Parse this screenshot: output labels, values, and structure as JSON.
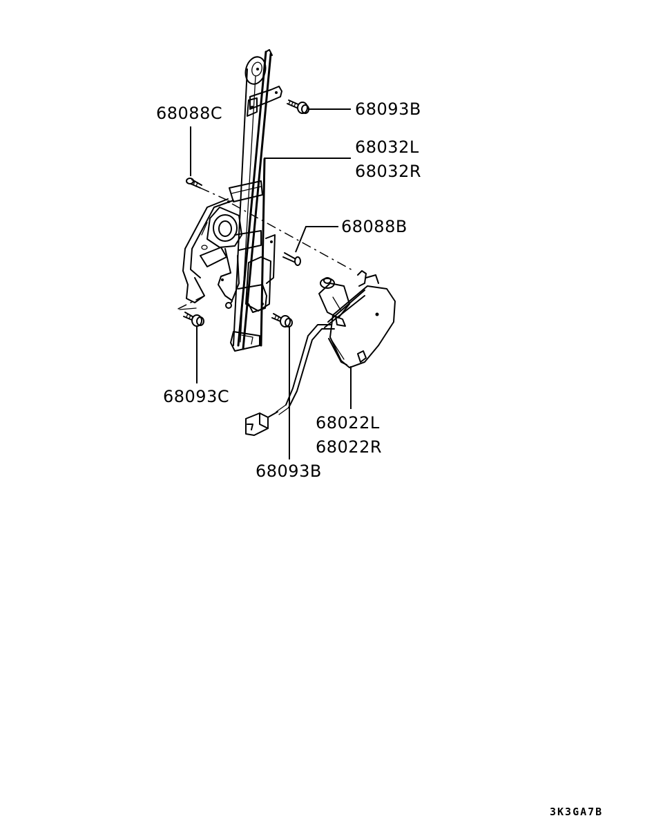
{
  "diagram": {
    "type": "exploded-parts-diagram",
    "subject": "power window regulator and motor assembly",
    "labels": {
      "p68093B_top": "68093B",
      "p68088C": "68088C",
      "p68032L": "68032L",
      "p68032R": "68032R",
      "p68088B": "68088B",
      "p68093C": "68093C",
      "p68022L": "68022L",
      "p68022R": "68022R",
      "p68093B_bottom": "68093B"
    },
    "parts": [
      {
        "id": "68093B",
        "name": "bolt (regulator upper)"
      },
      {
        "id": "68088C",
        "name": "screw"
      },
      {
        "id": "68032L",
        "name": "window regulator, left"
      },
      {
        "id": "68032R",
        "name": "window regulator, right"
      },
      {
        "id": "68088B",
        "name": "screw"
      },
      {
        "id": "68093C",
        "name": "bolt"
      },
      {
        "id": "68022L",
        "name": "window motor, left"
      },
      {
        "id": "68022R",
        "name": "window motor, right"
      },
      {
        "id": "68093B",
        "name": "bolt (regulator lower)"
      }
    ],
    "figure_code": "3K3GA7B"
  }
}
